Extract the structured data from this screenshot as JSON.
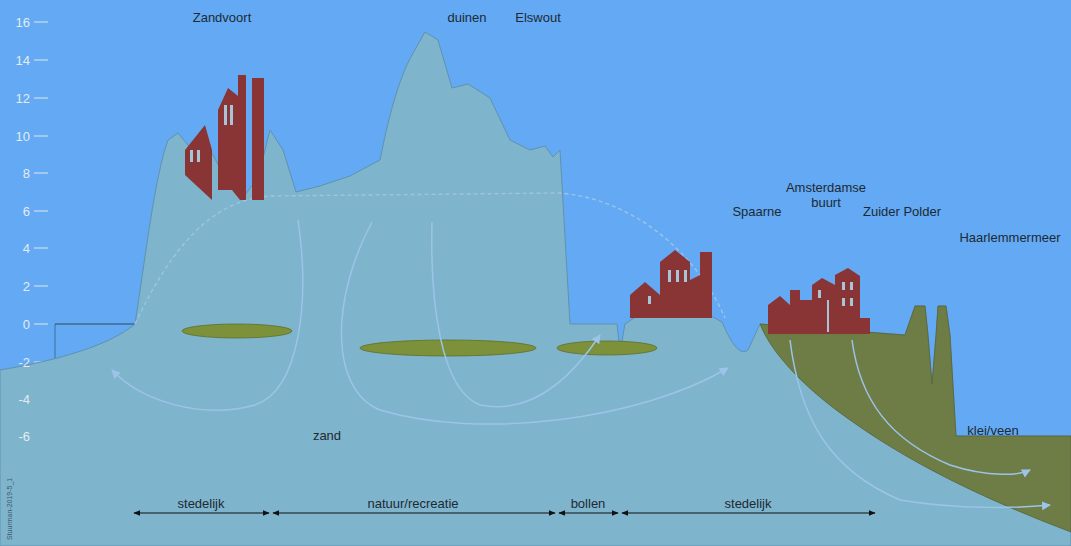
{
  "diagram": {
    "labels": [
      "16",
      "14",
      "12",
      "10",
      "8",
      "6",
      "4",
      "2",
      "0",
      "-2",
      "-4",
      "-6",
      "Zandvoort",
      "duinen",
      "Elswout",
      "Spaarne",
      "Amsterdamse buurt",
      "Zuider Polder",
      "Haarlemmermeer",
      "zand",
      "klei/veen",
      "stedelijk",
      "natuur/recreatie",
      "bollen",
      "stedelijk",
      "Stuurman-2019-5_1"
    ]
  }
}
